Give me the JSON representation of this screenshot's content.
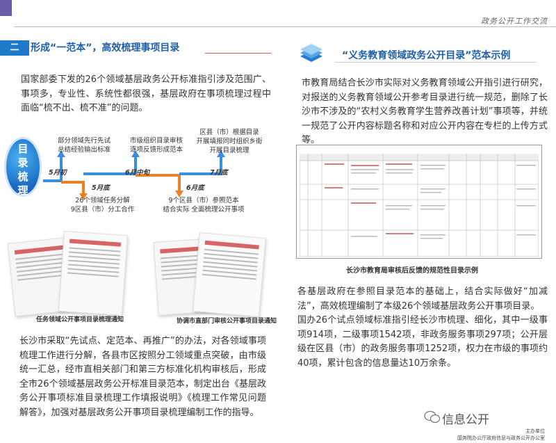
{
  "header": {
    "tag": "政务公开工作交流"
  },
  "left": {
    "section_num": "二",
    "section_title": "形成“一范本”，高效梳理事项目录",
    "para1": "国家部委下发的26个领域基层政务公开标准指引涉及范围广、事项多，专业性、系统性都很强，基层政府在事项梳理过程中面临“梳不出、梳不准”的问题。",
    "flow": {
      "circle": [
        "目",
        "录",
        "梳",
        "理"
      ],
      "steps": [
        {
          "date": "5月初",
          "lines": [
            "部分领域先行先试",
            "总结经验输出标准"
          ]
        },
        {
          "date": "5月底",
          "lines": [
            "26个领域任务分解",
            "9区县（市）分工合作"
          ]
        },
        {
          "date": "6月中旬",
          "lines": [
            "市级组织目录审核",
            "逐项反馈形成范本"
          ]
        },
        {
          "date": "6月底",
          "lines": [
            "9个区县（市）参照范本",
            "结合实际 全面梳理公开事项"
          ]
        },
        {
          "date": "7月底",
          "lines": [
            "区县（市）根据目录",
            "开展填报同时组织乡街",
            "开展目录梳理"
          ]
        }
      ]
    },
    "caption1": "任务领域公开事项目录梳理通知",
    "caption2": "协调市直部门审核公开事项目录通知",
    "para2": "长沙市采取“先试点、定范本、再推广”的办法，对各领域事项梳理工作进行分解，各县市区按照分工领域重点突破，由市级统一汇总，经市直相关部门和第三方标准化机构审核后，形成全市26个领域基层政务公开标准目录范本，制定出台《基层政务公开事项标准目录梳理工作填报说明》《梳理工作常见问题解答》，加强对基层政务公开事项目录梳理编制工作的指导。"
  },
  "right": {
    "title": "“义务教育领域政务公开目录”范本示例",
    "para1": "市教育局结合长沙市实际对义务教育领域公开指引进行研究，对报送的义务教育领域公开参考目录进行统一规范，删除了长沙市不涉及的“农村义务教育学生营养改善计划”事项等，并统一规范了公开内容标题名称和对应公开内容在专栏的上传方式等。",
    "table_caption": "长沙市教育局审核后反馈的规范性目录示例",
    "para2": "各基层政府在参照目录范本的基础上，结合实际做好“加减法”，高效梳理编制了本级26个领域基层政务公开事项目录。\n国办26个试点领域标准指引经长沙市梳理、细化，其中一级事项914项，二级事项1542项，非政务服务事项297项；公开层级在区县（市）的政务服务事项1252项，权力在市级的事项约40项，累计包含的信息量达10万余条。"
  },
  "footer": {
    "watermark": "信息公开",
    "line1": "主办单位",
    "line2": "国务院办公厅政府信息与政务公开办公室"
  },
  "colors": {
    "accent": "#1f78c8",
    "title": "#1f5fa8",
    "orange": "#e8822a",
    "purple": "#6b5aa6"
  }
}
